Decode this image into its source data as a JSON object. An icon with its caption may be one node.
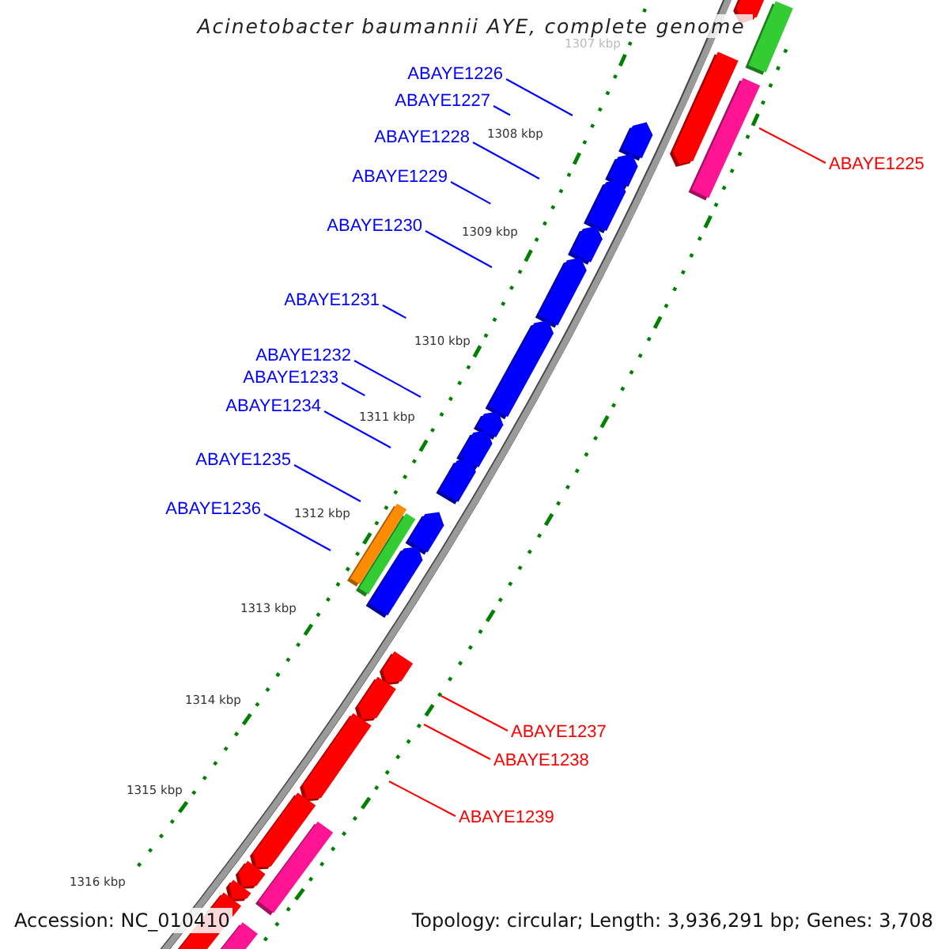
{
  "diagram": {
    "title": "Acinetobacter baumannii AYE, complete genome",
    "nodes": [
      {
        "text": [
          "ABAYE1226"
        ]
      },
      {
        "text": [
          "ABAYE1227"
        ]
      },
      {
        "text": [
          "ABAYE1228"
        ]
      },
      {
        "text": [
          "ABAYE1225"
        ]
      },
      {
        "text": [
          "ABAYE1229"
        ]
      },
      {
        "text": [
          "ABAYE1230"
        ]
      },
      {
        "text": [
          "ABAYE1231"
        ]
      },
      {
        "text": [
          "ABAYE1232"
        ]
      },
      {
        "text": [
          "ABAYE1233"
        ]
      },
      {
        "text": [
          "ABAYE1234"
        ]
      },
      {
        "text": [
          "ABAYE1235"
        ]
      },
      {
        "text": [
          "ABAYE1236"
        ]
      },
      {
        "text": [
          "ABAYE1237"
        ]
      },
      {
        "text": [
          "ABAYE1238"
        ]
      },
      {
        "text": [
          "ABAYE1239"
        ]
      }
    ],
    "edges": [
      {
        "from": 0,
        "to": null,
        "arrow": "none"
      },
      {
        "from": 1,
        "to": null,
        "arrow": "none"
      },
      {
        "from": 2,
        "to": null,
        "arrow": "none"
      },
      {
        "from": 3,
        "to": null,
        "arrow": "none",
        "color": "#ff0000"
      },
      {
        "from": 4,
        "to": null,
        "arrow": "none"
      },
      {
        "from": 5,
        "to": null,
        "arrow": "none"
      },
      {
        "from": 6,
        "to": null,
        "arrow": "none"
      },
      {
        "from": 7,
        "to": null,
        "arrow": "none"
      },
      {
        "from": 8,
        "to": null,
        "arrow": "none"
      },
      {
        "from": 9,
        "to": null,
        "arrow": "none"
      },
      {
        "from": 10,
        "to": null,
        "arrow": "none"
      },
      {
        "from": 11,
        "to": null,
        "arrow": "none"
      },
      {
        "from": 12,
        "to": null,
        "arrow": "none",
        "color": "#ff0000"
      },
      {
        "from": 13,
        "to": null,
        "arrow": "none",
        "color": "#ff0000"
      },
      {
        "from": 14,
        "to": null,
        "arrow": "none",
        "color": "#ff0000"
      }
    ],
    "labels": [
      "1307 kbp",
      "1308 kbp",
      "1309 kbp",
      "1310 kbp",
      "1311 kbp",
      "1312 kbp",
      "1313 kbp",
      "1314 kbp",
      "1315 kbp",
      "1316 kbp",
      "Accession: NC_010410",
      "Topology: circular; Length: 3,936,291 bp; Genes: 3,708"
    ]
  }
}
